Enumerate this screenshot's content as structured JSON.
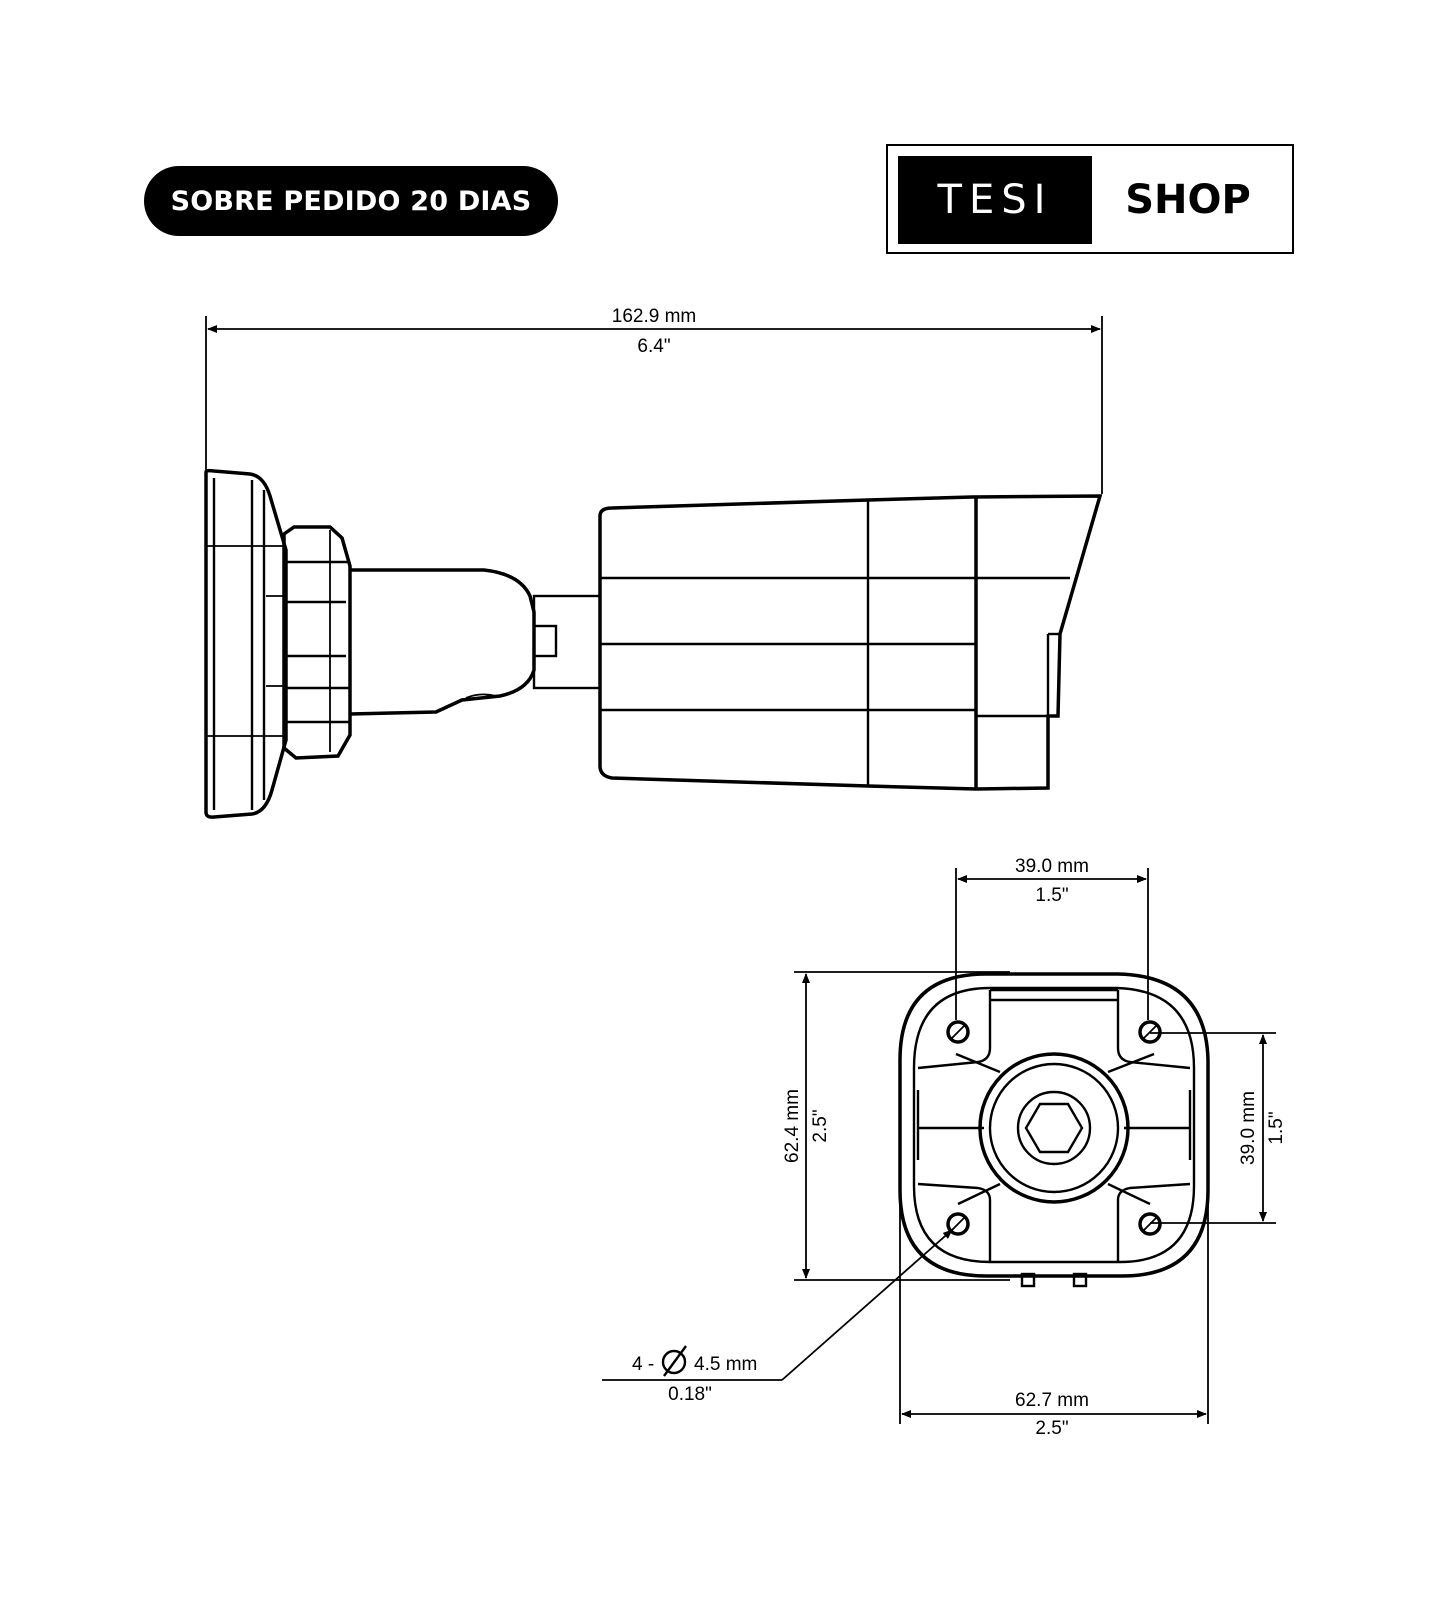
{
  "badge": {
    "text": "SOBRE PEDIDO 20 DIAS"
  },
  "logo": {
    "left_text": "TESI",
    "right_text": "SHOP"
  },
  "side_view": {
    "length_mm": "162.9 mm",
    "length_in": "6.4\""
  },
  "front_view": {
    "hole_spacing_top_mm": "39.0 mm",
    "hole_spacing_top_in": "1.5\"",
    "height_mm": "62.4 mm",
    "height_in": "2.5\"",
    "hole_spacing_side_mm": "39.0 mm",
    "hole_spacing_side_in": "1.5\"",
    "width_mm": "62.7 mm",
    "width_in": "2.5\"",
    "hole_count_prefix": "4 -",
    "hole_diameter_mm": "4.5 mm",
    "hole_diameter_in": "0.18\""
  },
  "colors": {
    "ink": "#000000",
    "paper": "#ffffff"
  }
}
